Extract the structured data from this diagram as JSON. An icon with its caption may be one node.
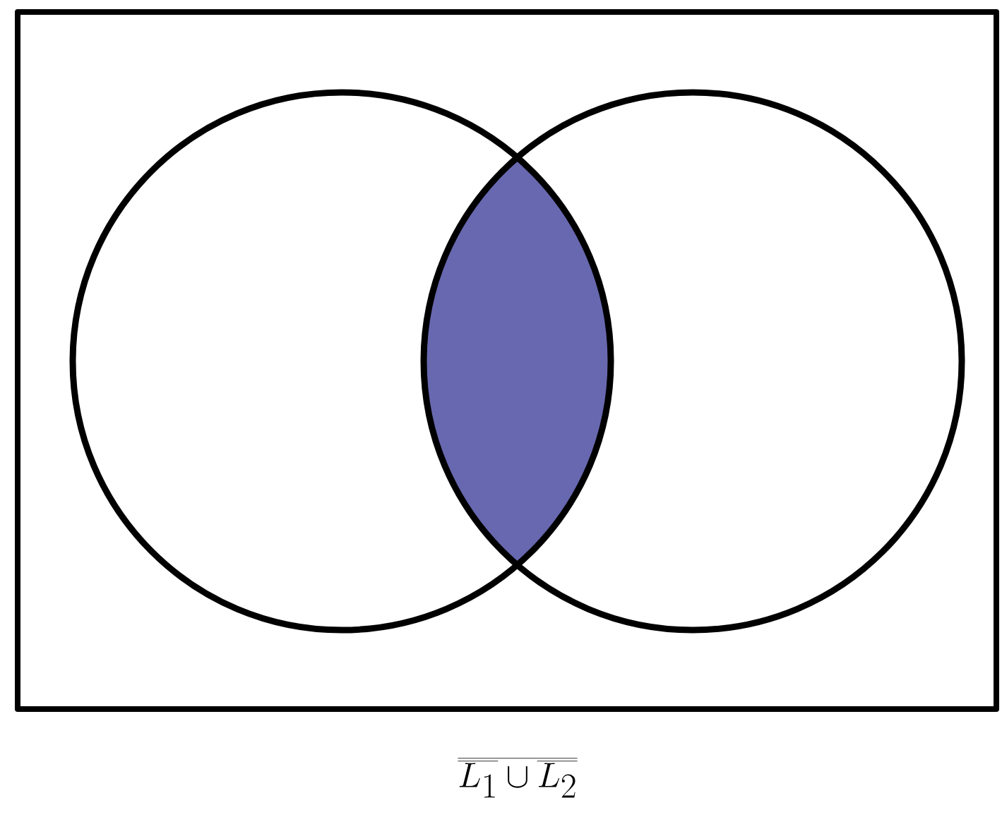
{
  "diagram": {
    "caption": "\\overline{\\overline{L_1} \\cup \\overline{L_2}}",
    "nodes": [
      {
        "text": [],
        "shape": "box"
      },
      {
        "text": [],
        "shape": "circle",
        "in": 0
      },
      {
        "text": [],
        "shape": "circle",
        "in": 0
      },
      {
        "text": [],
        "shape": "lens",
        "in": 0
      }
    ]
  }
}
